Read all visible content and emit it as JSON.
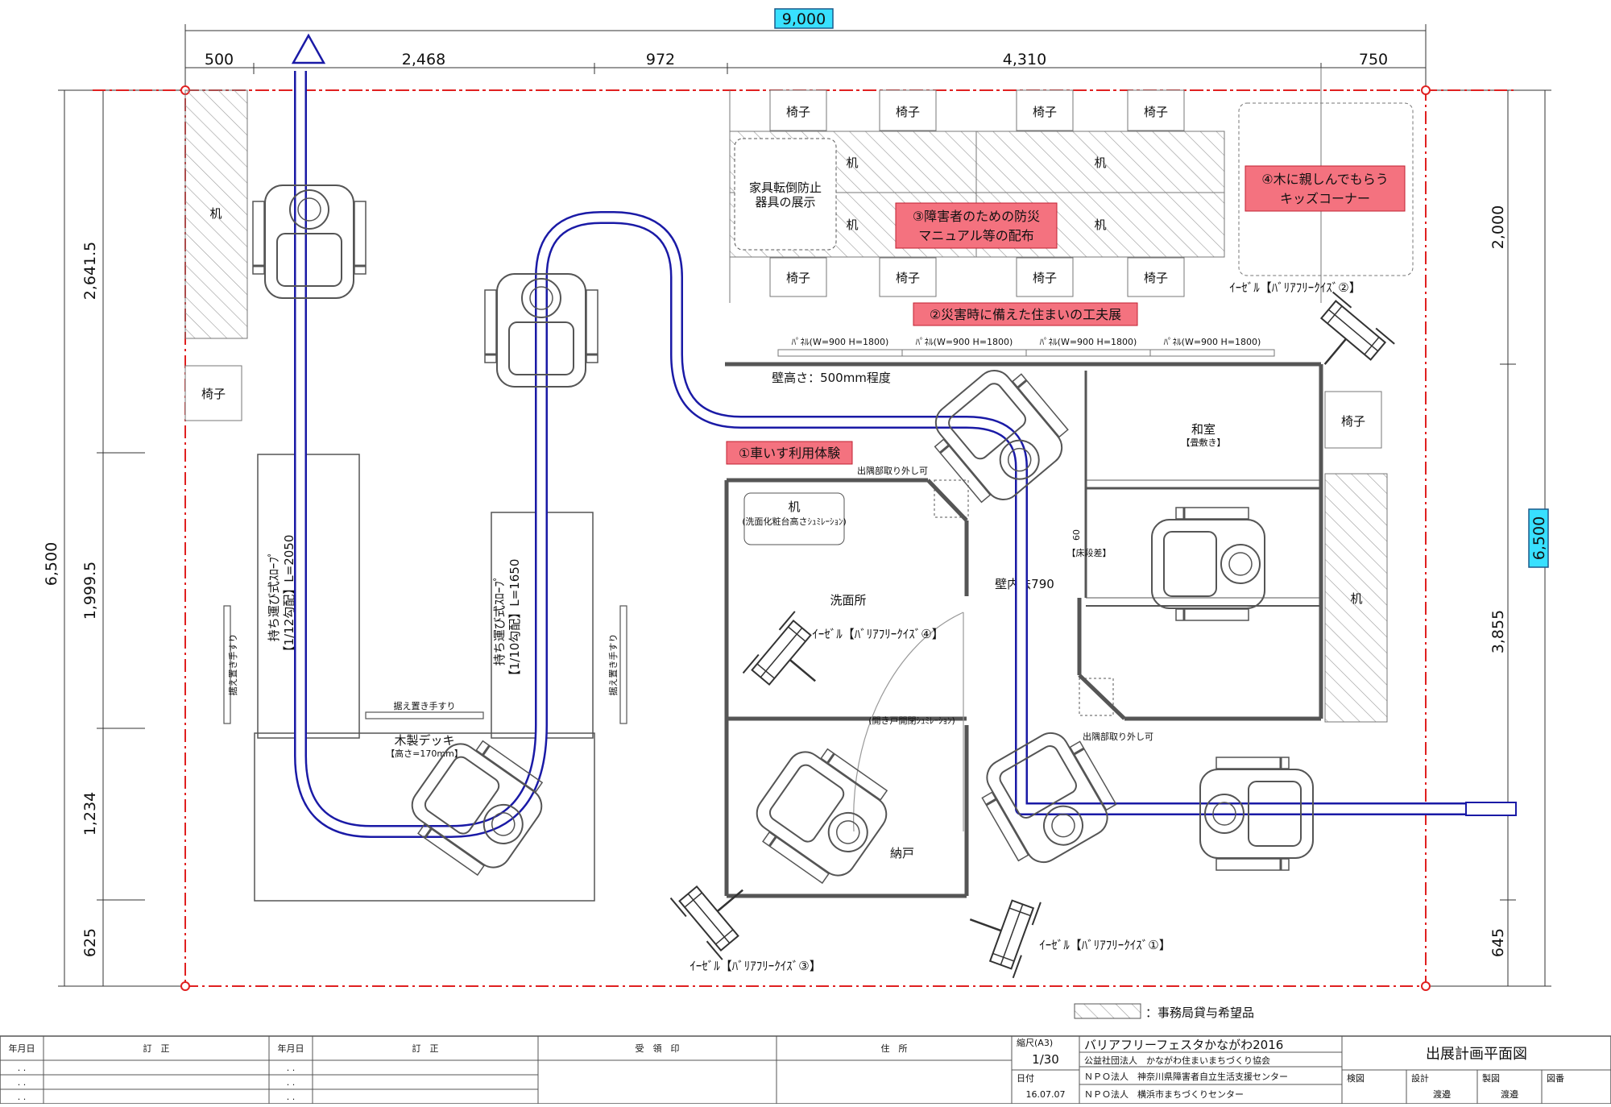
{
  "dimensions": {
    "total_width": "9,000",
    "total_height": "6,500",
    "top": [
      "500",
      "2,468",
      "972",
      "4,310",
      "750"
    ],
    "left": [
      "2,641.5",
      "1,999.5",
      "1,234",
      "625"
    ],
    "right": [
      "2,000",
      "3,855",
      "645"
    ],
    "left_total": "6,500"
  },
  "labels": {
    "desk": "机",
    "chair": "椅子",
    "furniture_display": [
      "家具転倒防止",
      "器具の展示"
    ],
    "panel": "ﾊﾟﾈﾙ(W=900 H=1800)",
    "wall_height": "壁高さ：500mm程度",
    "washroom": "洗面所",
    "storage": "納戸",
    "japanese_room": "和室",
    "tatami": "【畳敷き】",
    "washbasin_desk": "机",
    "washbasin_note": "(洗面化粧台高さｼｭﾐﾚｰｼｮﾝ)",
    "corner_removable": "出隅部取り外し可",
    "floor_step_value": "60",
    "floor_step": "【床段差】",
    "wall_inner": "壁内法790",
    "door_sim": "(開き戸開閉ｼｭﾐﾚｰｼｮﾝ)",
    "deck": "木製デッキ",
    "deck_height": "【高さ=170mm】",
    "handrail": "据え置き手すり",
    "slope_1": "持ち運び式ｽﾛｰﾌﾟ",
    "slope_1_spec": "【1/12勾配】L=2050",
    "slope_2": "持ち運び式ｽﾛｰﾌﾟ",
    "slope_2_spec": "【1/10勾配】L=1650",
    "easel_1": "ｲｰｾﾞﾙ【ﾊﾞﾘｱﾌﾘｰｸｲｽﾞ①】",
    "easel_2": "ｲｰｾﾞﾙ【ﾊﾞﾘｱﾌﾘｰｸｲｽﾞ②】",
    "easel_3": "ｲｰｾﾞﾙ【ﾊﾞﾘｱﾌﾘｰｸｲｽﾞ③】",
    "easel_4": "ｲｰｾﾞﾙ【ﾊﾞﾘｱﾌﾘｰｸｲｽﾞ④】"
  },
  "callouts": {
    "c1": "①車いす利用体験",
    "c2": "②災害時に備えた住まいの工夫展",
    "c3": [
      "③障害者のための防災",
      "マニュアル等の配布"
    ],
    "c4": [
      "④木に親しんでもらう",
      "キッズコーナー"
    ]
  },
  "legend": "：事務局貸与希望品",
  "title_block": {
    "h_date": "年月日",
    "h_rev": "訂　正",
    "h_date2": "年月日",
    "h_rev2": "訂　正",
    "h_stamp": "受　領　印",
    "h_addr": "住　所",
    "dots": ". .",
    "scale_label": "縮尺(A3)",
    "scale": "1/30",
    "date_label": "日付",
    "date": "16.07.07",
    "event": "バリアフリーフェスタかながわ2016",
    "org1": "公益社団法人　かながわ住まいまちづくり協会",
    "org2": "ＮＰＯ法人　神奈川県障害者自立生活支援センター",
    "org3": "ＮＰＯ法人　横浜市まちづくりセンター",
    "drawing_title": "出展計画平面図",
    "check": "検図",
    "design": "設計",
    "design_name": "渡邉",
    "draw": "製図",
    "draw_name": "渡邉",
    "number": "図番"
  },
  "colors": {
    "route": "#1a1aa6",
    "callout_fill": "#f4727f",
    "boundary": "#e02020",
    "dim_highlight": "#38e0ff"
  }
}
